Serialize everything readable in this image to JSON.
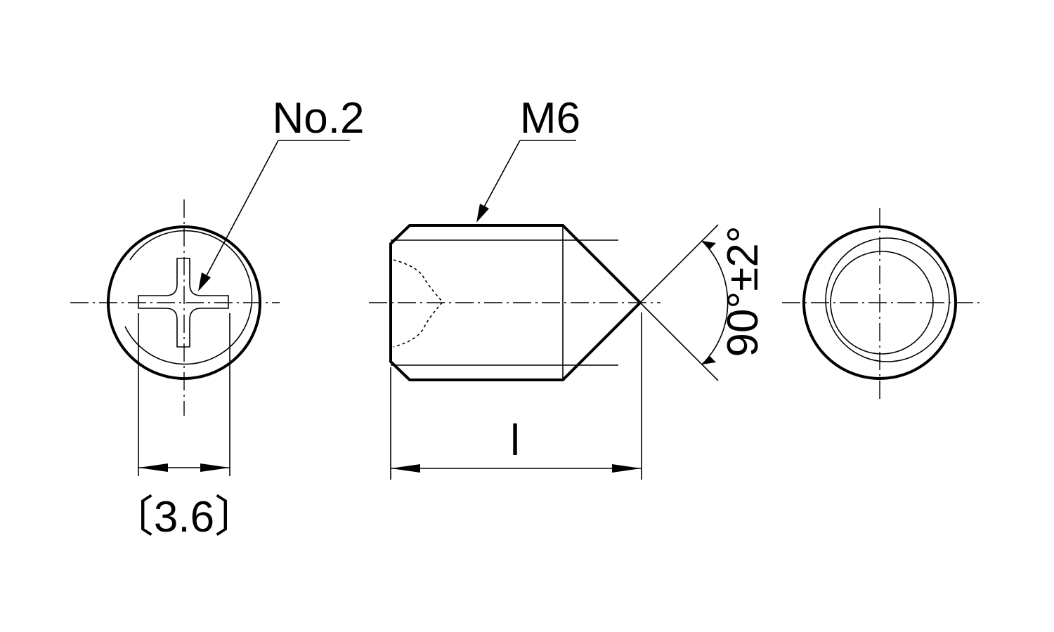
{
  "labels": {
    "drive_size": "No.2",
    "thread": "M6",
    "bracket_dim": "〔3.6〕",
    "length_dim": "l",
    "angle_dim": "90°±2°"
  }
}
